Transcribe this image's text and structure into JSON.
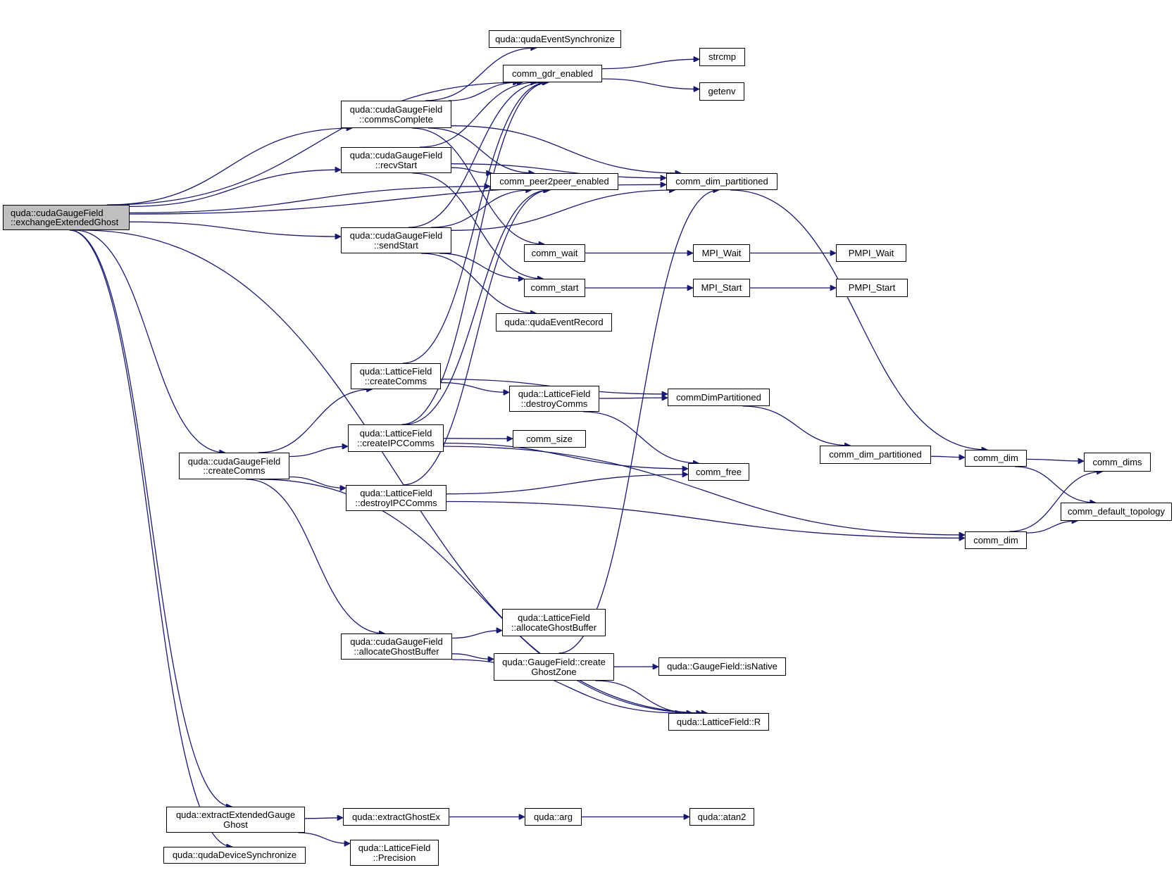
{
  "graph": {
    "title": "Call graph: quda::cudaGaugeField::exchangeExtendedGhost",
    "edge_color": "#191970",
    "root_fill": "#bfbfbf",
    "nodes": {
      "root": "quda::cudaGaugeField\n::exchangeExtendedGhost",
      "qudaEventSynchronize": "quda::qudaEventSynchronize",
      "comm_gdr_enabled": "comm_gdr_enabled",
      "strcmp": "strcmp",
      "getenv": "getenv",
      "commsComplete": "quda::cudaGaugeField\n::commsComplete",
      "recvStart": "quda::cudaGaugeField\n::recvStart",
      "comm_peer2peer_enabled": "comm_peer2peer_enabled",
      "comm_dim_partitioned_a": "comm_dim_partitioned",
      "sendStart": "quda::cudaGaugeField\n::sendStart",
      "comm_wait": "comm_wait",
      "MPI_Wait": "MPI_Wait",
      "PMPI_Wait": "PMPI_Wait",
      "comm_start": "comm_start",
      "MPI_Start": "MPI_Start",
      "PMPI_Start": "PMPI_Start",
      "qudaEventRecord": "quda::qudaEventRecord",
      "lf_createComms": "quda::LatticeField\n::createComms",
      "lf_destroyComms": "quda::LatticeField\n::destroyComms",
      "commDimPartitioned": "commDimPartitioned",
      "lf_createIPCComms": "quda::LatticeField\n::createIPCComms",
      "comm_size": "comm_size",
      "cgf_createComms": "quda::cudaGaugeField\n::createComms",
      "comm_dim_partitioned_b": "comm_dim_partitioned",
      "comm_dim_a": "comm_dim",
      "comm_dims": "comm_dims",
      "comm_free": "comm_free",
      "lf_destroyIPCComms": "quda::LatticeField\n::destroyIPCComms",
      "comm_default_topology": "comm_default_topology",
      "comm_dim_b": "comm_dim",
      "lf_allocateGhostBuffer": "quda::LatticeField\n::allocateGhostBuffer",
      "cgf_allocateGhostBuffer": "quda::cudaGaugeField\n::allocateGhostBuffer",
      "gf_createGhostZone": "quda::GaugeField::create\nGhostZone",
      "gf_isNative": "quda::GaugeField::isNative",
      "lf_R": "quda::LatticeField::R",
      "extractExtendedGaugeGhost": "quda::extractExtendedGauge\nGhost",
      "extractGhostEx": "quda::extractGhostEx",
      "quda_arg": "quda::arg",
      "quda_atan2": "quda::atan2",
      "qudaDeviceSynchronize": "quda::qudaDeviceSynchronize",
      "lf_Precision": "quda::LatticeField\n::Precision"
    },
    "edges": [
      [
        "root",
        "comm_dim_partitioned_a"
      ],
      [
        "root",
        "comm_gdr_enabled"
      ],
      [
        "root",
        "commsComplete"
      ],
      [
        "root",
        "recvStart"
      ],
      [
        "root",
        "comm_peer2peer_enabled"
      ],
      [
        "root",
        "sendStart"
      ],
      [
        "root",
        "cgf_createComms"
      ],
      [
        "root",
        "lf_R"
      ],
      [
        "root",
        "extractExtendedGaugeGhost"
      ],
      [
        "root",
        "qudaDeviceSynchronize"
      ],
      [
        "commsComplete",
        "qudaEventSynchronize"
      ],
      [
        "commsComplete",
        "comm_gdr_enabled"
      ],
      [
        "commsComplete",
        "comm_peer2peer_enabled"
      ],
      [
        "commsComplete",
        "comm_dim_partitioned_a"
      ],
      [
        "commsComplete",
        "comm_wait"
      ],
      [
        "recvStart",
        "comm_gdr_enabled"
      ],
      [
        "recvStart",
        "comm_peer2peer_enabled"
      ],
      [
        "recvStart",
        "comm_dim_partitioned_a"
      ],
      [
        "recvStart",
        "comm_start"
      ],
      [
        "sendStart",
        "comm_gdr_enabled"
      ],
      [
        "sendStart",
        "comm_peer2peer_enabled"
      ],
      [
        "sendStart",
        "comm_dim_partitioned_a"
      ],
      [
        "sendStart",
        "comm_start"
      ],
      [
        "sendStart",
        "qudaEventRecord"
      ],
      [
        "comm_gdr_enabled",
        "strcmp"
      ],
      [
        "comm_gdr_enabled",
        "getenv"
      ],
      [
        "comm_dim_partitioned_a",
        "comm_dim_a"
      ],
      [
        "comm_wait",
        "MPI_Wait"
      ],
      [
        "MPI_Wait",
        "PMPI_Wait"
      ],
      [
        "comm_start",
        "MPI_Start"
      ],
      [
        "MPI_Start",
        "PMPI_Start"
      ],
      [
        "cgf_createComms",
        "lf_createComms"
      ],
      [
        "cgf_createComms",
        "lf_createIPCComms"
      ],
      [
        "cgf_createComms",
        "lf_destroyIPCComms"
      ],
      [
        "cgf_createComms",
        "cgf_allocateGhostBuffer"
      ],
      [
        "cgf_createComms",
        "lf_R"
      ],
      [
        "lf_createComms",
        "comm_gdr_enabled"
      ],
      [
        "lf_createComms",
        "commDimPartitioned"
      ],
      [
        "lf_createComms",
        "lf_destroyComms"
      ],
      [
        "lf_destroyComms",
        "commDimPartitioned"
      ],
      [
        "lf_destroyComms",
        "comm_free"
      ],
      [
        "commDimPartitioned",
        "comm_dim_partitioned_b"
      ],
      [
        "comm_dim_partitioned_b",
        "comm_dim_a"
      ],
      [
        "comm_dim_a",
        "comm_dims"
      ],
      [
        "comm_dim_a",
        "comm_default_topology"
      ],
      [
        "comm_dim_b",
        "comm_dims"
      ],
      [
        "comm_dim_b",
        "comm_default_topology"
      ],
      [
        "lf_createIPCComms",
        "comm_gdr_enabled"
      ],
      [
        "lf_createIPCComms",
        "comm_peer2peer_enabled"
      ],
      [
        "lf_createIPCComms",
        "comm_size"
      ],
      [
        "lf_createIPCComms",
        "comm_free"
      ],
      [
        "lf_createIPCComms",
        "comm_dim_b"
      ],
      [
        "lf_destroyIPCComms",
        "comm_peer2peer_enabled"
      ],
      [
        "lf_destroyIPCComms",
        "comm_free"
      ],
      [
        "lf_destroyIPCComms",
        "comm_dim_b"
      ],
      [
        "cgf_allocateGhostBuffer",
        "lf_allocateGhostBuffer"
      ],
      [
        "cgf_allocateGhostBuffer",
        "gf_createGhostZone"
      ],
      [
        "cgf_allocateGhostBuffer",
        "lf_R"
      ],
      [
        "gf_createGhostZone",
        "comm_dim_partitioned_a"
      ],
      [
        "gf_createGhostZone",
        "gf_isNative"
      ],
      [
        "gf_createGhostZone",
        "lf_R"
      ],
      [
        "extractExtendedGaugeGhost",
        "extractGhostEx"
      ],
      [
        "extractExtendedGaugeGhost",
        "lf_Precision"
      ],
      [
        "extractGhostEx",
        "quda_arg"
      ],
      [
        "quda_arg",
        "quda_atan2"
      ]
    ]
  }
}
